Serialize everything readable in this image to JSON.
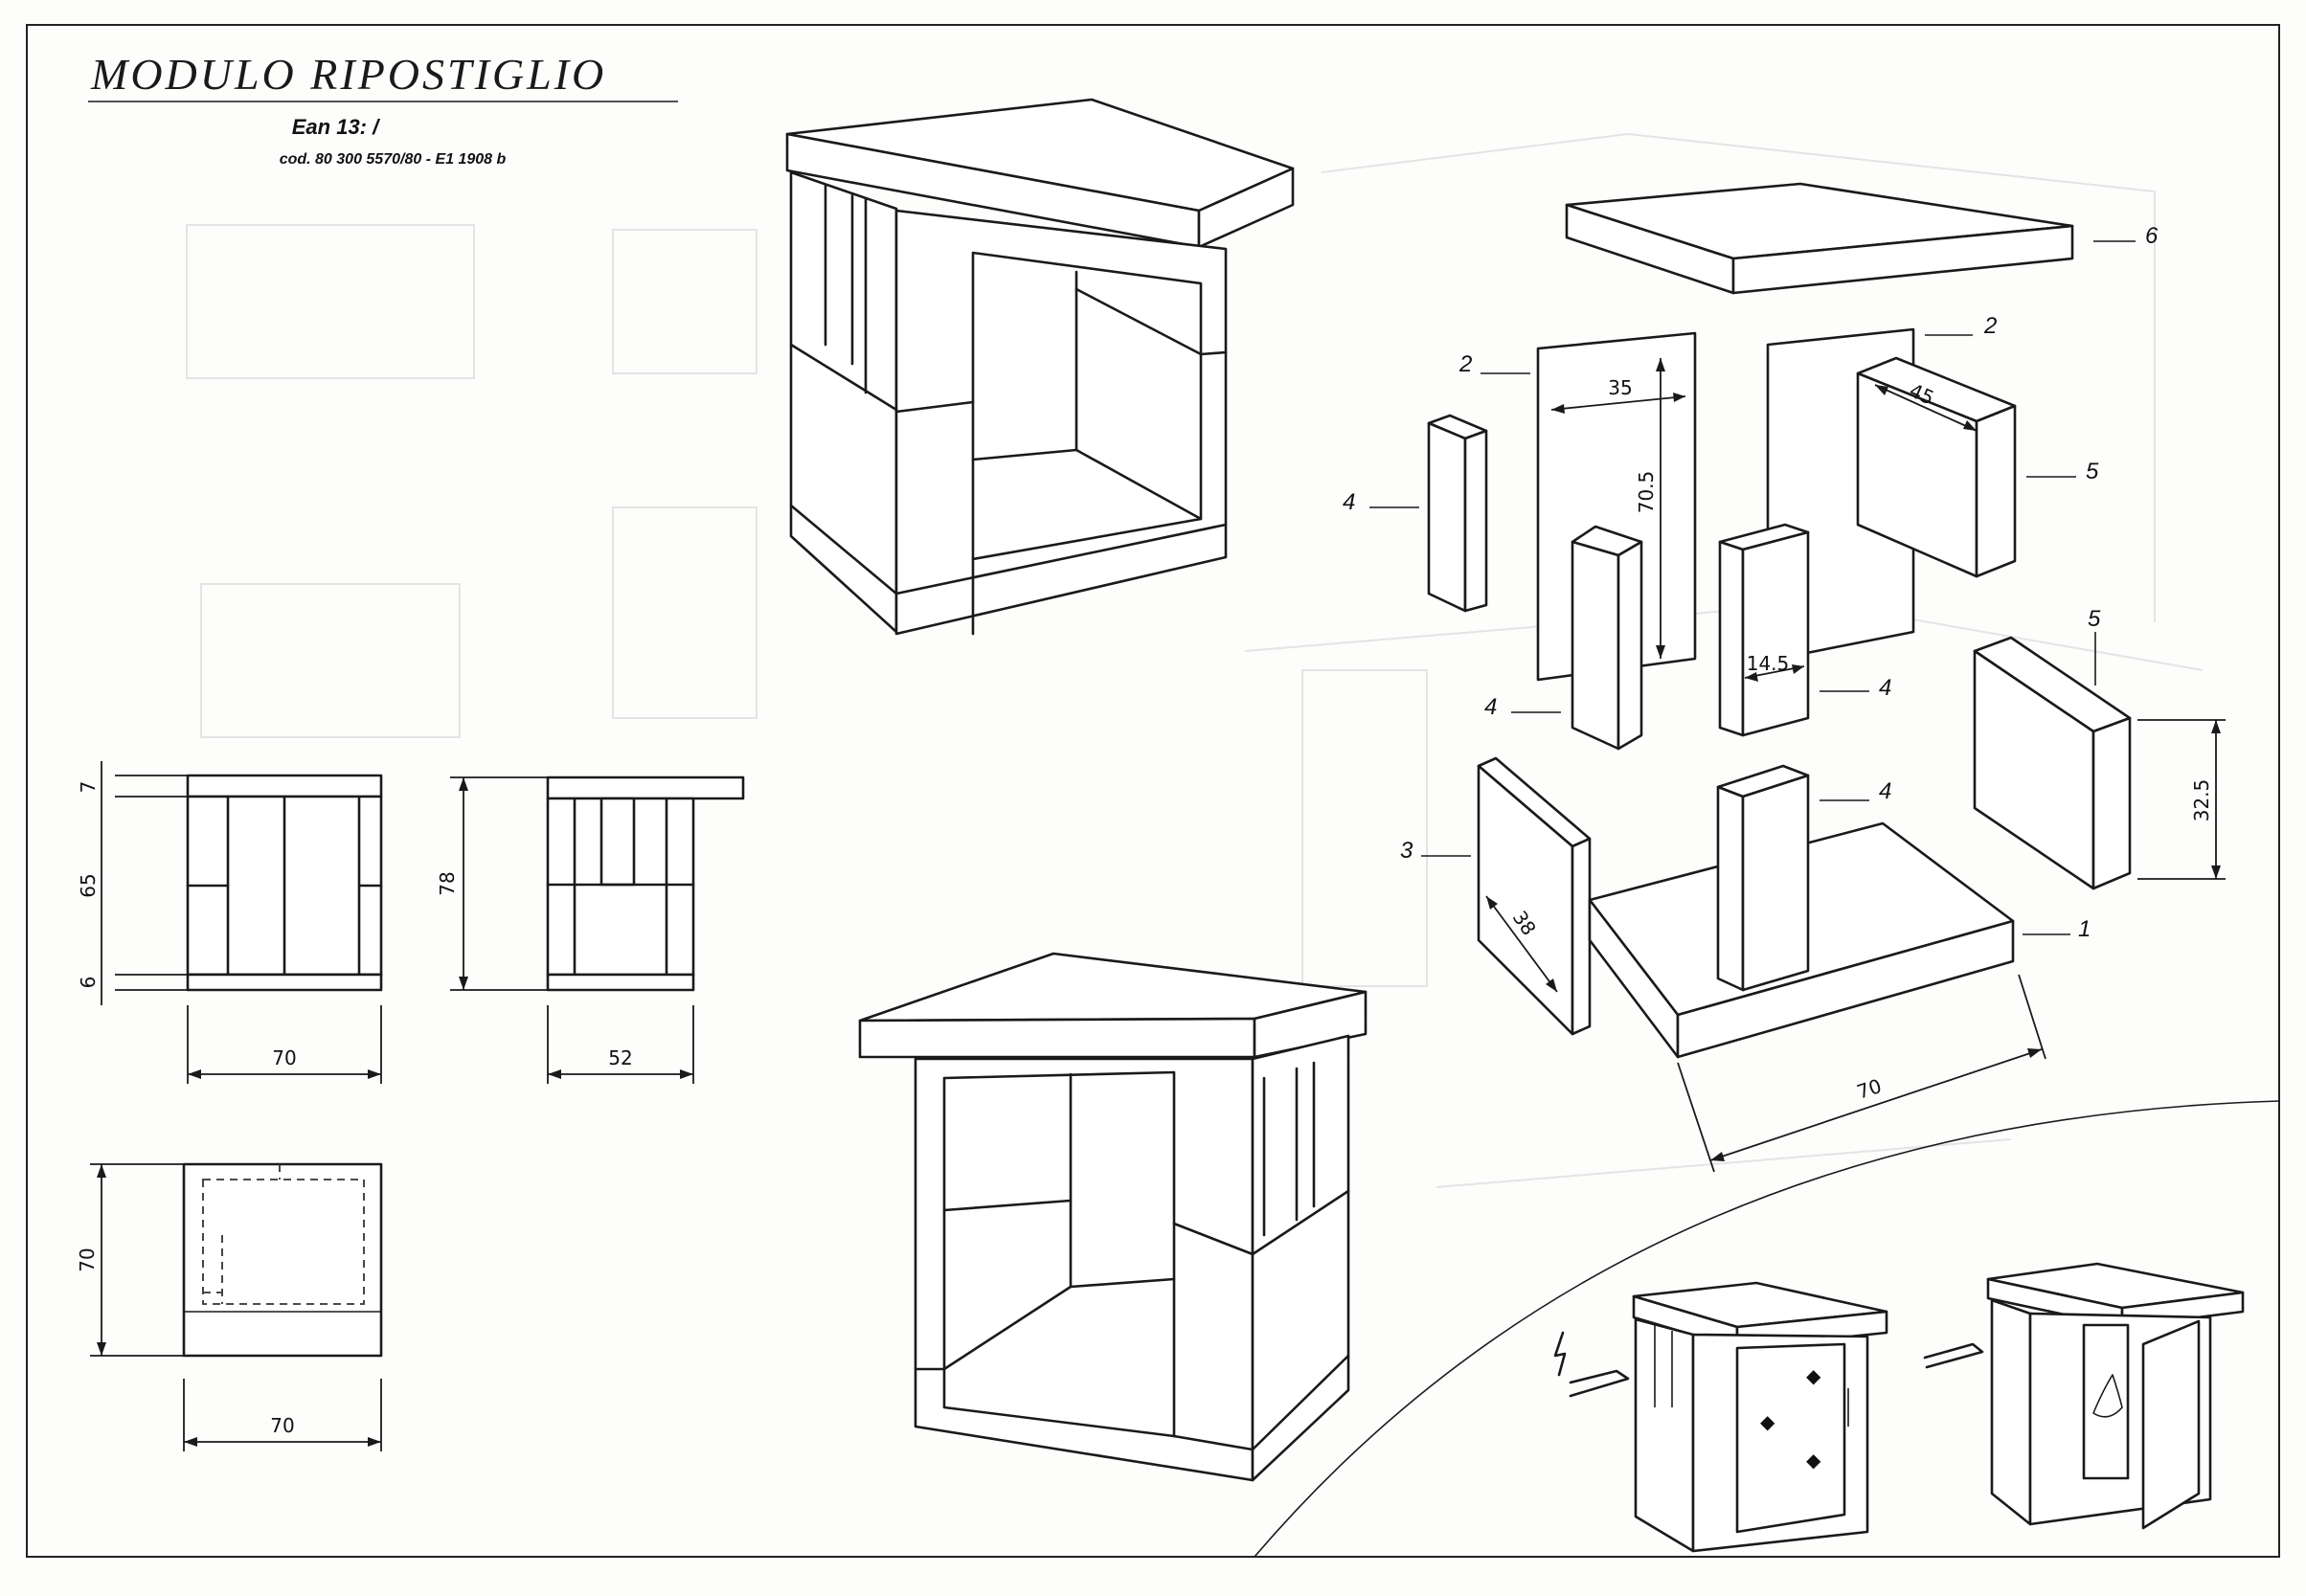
{
  "header": {
    "title": "MODULO RIPOSTIGLIO",
    "ean": "Ean 13: /",
    "code": "cod. 80 300 5570/80 - E1 1908 b"
  },
  "orthographic": {
    "front_height_top": "7",
    "front_height_middle": "65",
    "front_height_bottom": "6",
    "front_width": "70",
    "side_height": "78",
    "side_width": "52",
    "plan_depth": "70",
    "plan_width": "70"
  },
  "exploded": {
    "parts": [
      "6",
      "2",
      "2",
      "4",
      "5",
      "4",
      "4",
      "5",
      "3",
      "4",
      "1"
    ],
    "dims": {
      "panel_width": "35",
      "panel_height": "70.5",
      "side_panel_width": "45",
      "post_width": "14.5",
      "side_block_height": "32.5",
      "end_panel_width": "38",
      "base_width": "70"
    }
  }
}
